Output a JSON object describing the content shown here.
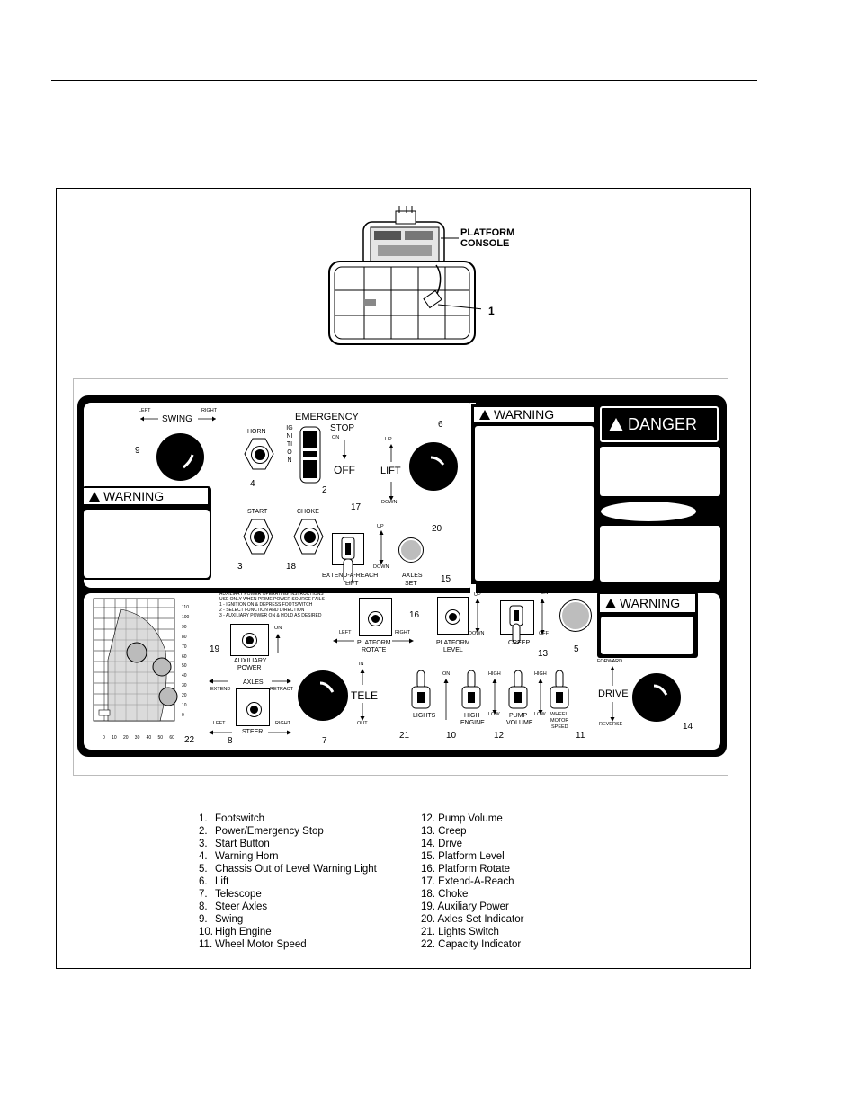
{
  "console_labels": {
    "platform": "PLATFORM",
    "console": "CONSOLE",
    "footswitch_num": "1"
  },
  "panel": {
    "swing": "SWING",
    "swing_left": "LEFT",
    "swing_right": "RIGHT",
    "swing_num": "9",
    "horn": "HORN",
    "horn_num": "4",
    "emergency": "EMERGENCY",
    "stop": "STOP",
    "on": "ON",
    "off": "OFF",
    "ignition": "IGNITION",
    "estop_num": "2",
    "lift": "LIFT",
    "lift_up": "UP",
    "lift_down": "DOWN",
    "lift_num": "6",
    "warning": "WARNING",
    "danger": "DANGER",
    "start": "START",
    "start_num": "3",
    "choke": "CHOKE",
    "choke_num": "18",
    "ear_num": "17",
    "ear_up": "UP",
    "ear_down": "DOWN",
    "ear_label1": "EXTEND-A-REACH",
    "ear_label2": "LIFT",
    "axles_set1": "AXLES",
    "axles_set2": "SET",
    "axles_set_num": "20",
    "aux_instr": [
      "AUXILIARY POWER OPERATING INSTRUCTIONS",
      "USE ONLY WHEN PRIME POWER SOURCE FAILS",
      "1 - IGNITION ON & DEPRESS FOOTSWITCH",
      "2 - SELECT FUNCTION AND DIRECTION",
      "3 - AUXILIARY POWER ON & HOLD AS DESIRED"
    ],
    "aux_num": "19",
    "aux_on": "ON",
    "aux_label1": "AUXILIARY",
    "aux_label2": "POWER",
    "rotate_num": "16",
    "rotate_left": "LEFT",
    "rotate_right": "RIGHT",
    "rotate_label1": "PLATFORM",
    "rotate_label2": "ROTATE",
    "level_num": "15",
    "level_up": "UP",
    "level_down": "DOWN",
    "level_label1": "PLATFORM",
    "level_label2": "LEVEL",
    "creep": "CREEP",
    "creep_on": "ON",
    "creep_off": "OFF",
    "creep_num": "13",
    "lamp_num": "5",
    "axles": "AXLES",
    "extend": "EXTEND",
    "retract": "RETRACT",
    "steer": "STEER",
    "steer_left": "LEFT",
    "steer_right": "RIGHT",
    "steer_num": "8",
    "tele": "TELE",
    "tele_in": "IN",
    "tele_out": "OUT",
    "tele_num": "7",
    "lights": "LIGHTS",
    "lights_num": "21",
    "he_on": "ON",
    "he_num": "10",
    "he_label1": "HIGH",
    "he_label2": "ENGINE",
    "pv_high": "HIGH",
    "pv_low": "LOW",
    "pv_label1": "PUMP",
    "pv_label2": "VOLUME",
    "pv_num": "12",
    "wm_high": "HIGH",
    "wm_low": "LOW",
    "wm_label1": "WHEEL",
    "wm_label2": "MOTOR",
    "wm_label3": "SPEED",
    "wm_num": "11",
    "drive": "DRIVE",
    "forward": "FORWARD",
    "reverse": "REVERSE",
    "drive_num": "14",
    "cap_num": "22",
    "cap_y_ticks": [
      "110",
      "100",
      "90",
      "80",
      "70",
      "60",
      "50",
      "40",
      "30",
      "20",
      "10",
      "0"
    ],
    "cap_x_ticks": [
      "0",
      "10",
      "20",
      "30",
      "40",
      "50",
      "60"
    ]
  },
  "legend_left": [
    {
      "n": "1.",
      "t": "Footswitch"
    },
    {
      "n": "2.",
      "t": "Power/Emergency Stop"
    },
    {
      "n": "3.",
      "t": "Start Button"
    },
    {
      "n": "4.",
      "t": "Warning Horn"
    },
    {
      "n": "5.",
      "t": "Chassis Out of Level Warning Light"
    },
    {
      "n": "6.",
      "t": "Lift"
    },
    {
      "n": "7.",
      "t": "Telescope"
    },
    {
      "n": "8.",
      "t": "Steer Axles"
    },
    {
      "n": "9.",
      "t": "Swing"
    },
    {
      "n": "10.",
      "t": "High Engine"
    },
    {
      "n": "11.",
      "t": "Wheel Motor Speed"
    }
  ],
  "legend_right": [
    "12. Pump Volume",
    "13. Creep",
    "14. Drive",
    "15. Platform Level",
    "16. Platform Rotate",
    "17. Extend-A-Reach",
    "18. Choke",
    "19. Auxiliary Power",
    "20. Axles Set Indicator",
    "21. Lights Switch",
    "22. Capacity Indicator"
  ]
}
